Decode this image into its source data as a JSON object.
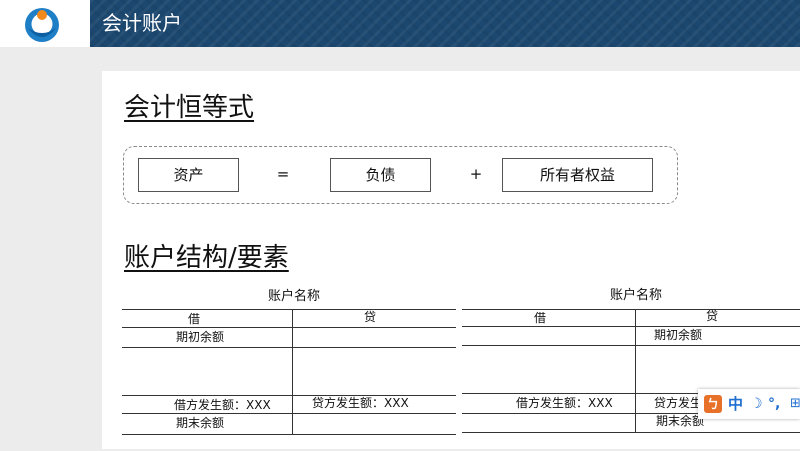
{
  "app": {
    "title": "会计账户"
  },
  "slide": {
    "equation": {
      "heading": "会计恒等式",
      "assets": "资产",
      "equals": "=",
      "liabilities": "负债",
      "plus": "+",
      "equity": "所有者权益"
    },
    "structure": {
      "heading": "账户结构/要素",
      "left_table": {
        "title": "账户名称",
        "debit_header": "借",
        "credit_header": "贷",
        "opening_balance": "期初余额",
        "debit_amount": "借方发生额：XXX",
        "credit_amount": "贷方发生额：XXX",
        "closing_balance": "期末余额"
      },
      "right_table": {
        "title": "账户名称",
        "debit_header": "借",
        "credit_header": "贷",
        "opening_balance": "期初余额",
        "debit_amount": "借方发生额：XXX",
        "credit_amount": "贷方发生额：XXX",
        "closing_balance": "期末余额"
      }
    }
  },
  "ime": {
    "logo": "ㄅ",
    "mode": "中",
    "moon": "☽",
    "punct": "°,",
    "more": "⊞"
  },
  "colors": {
    "header_bg": "#1c4870",
    "logo_blue": "#1e7fc7",
    "logo_orange": "#f08a1c",
    "ime_accent": "#1f6fd1"
  }
}
